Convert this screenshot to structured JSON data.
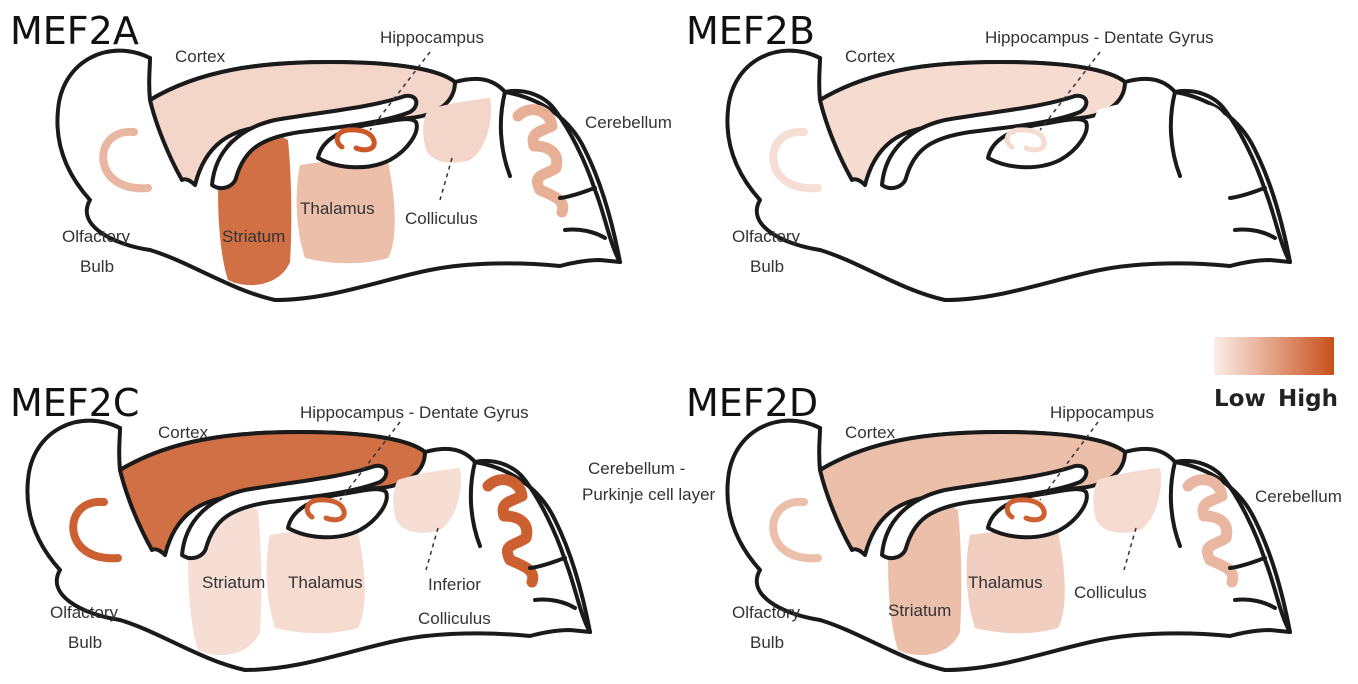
{
  "legend": {
    "low_label": "Low",
    "high_label": "High",
    "low_color": "#fbeee8",
    "high_color": "#c8501c"
  },
  "panels": [
    {
      "title": "MEF2A",
      "levels": {
        "cortex": 0.15,
        "striatum": 0.8,
        "thalamus": 0.3,
        "colliculus": 0.15,
        "hippocampus": 0.95,
        "cerebellum": 0.4,
        "olfactory": 0.35
      },
      "labels": {
        "cortex": "Cortex",
        "hippocampus": "Hippocampus",
        "cerebellum": "Cerebellum",
        "striatum": "Striatum",
        "thalamus": "Thalamus",
        "colliculus": "Colliculus",
        "olfactory_1": "Olfactory",
        "olfactory_2": "Bulb"
      }
    },
    {
      "title": "MEF2B",
      "levels": {
        "cortex": 0.12,
        "striatum": 0,
        "thalamus": 0,
        "colliculus": 0,
        "hippocampus": 0.12,
        "cerebellum": 0,
        "olfactory": 0.1
      },
      "labels": {
        "cortex": "Cortex",
        "hippocampus": "Hippocampus - Dentate Gyrus",
        "olfactory_1": "Olfactory",
        "olfactory_2": "Bulb"
      }
    },
    {
      "title": "MEF2C",
      "levels": {
        "cortex": 0.8,
        "striatum": 0.1,
        "thalamus": 0.12,
        "colliculus": 0.1,
        "hippocampus": 0.9,
        "cerebellum": 0.9,
        "olfactory": 0.9
      },
      "labels": {
        "cortex": "Cortex",
        "hippocampus": "Hippocampus - Dentate Gyrus",
        "cerebellum_1": "Cerebellum -",
        "cerebellum_2": "Purkinje cell layer",
        "striatum": "Striatum",
        "thalamus": "Thalamus",
        "colliculus_1": "Inferior",
        "colliculus_2": "Colliculus",
        "olfactory_1": "Olfactory",
        "olfactory_2": "Bulb"
      }
    },
    {
      "title": "MEF2D",
      "levels": {
        "cortex": 0.3,
        "striatum": 0.3,
        "thalamus": 0.2,
        "colliculus": 0.12,
        "hippocampus": 0.9,
        "cerebellum": 0.35,
        "olfactory": 0.3
      },
      "labels": {
        "cortex": "Cortex",
        "hippocampus": "Hippocampus",
        "cerebellum": "Cerebellum",
        "striatum": "Striatum",
        "thalamus": "Thalamus",
        "colliculus": "Colliculus",
        "olfactory_1": "Olfactory",
        "olfactory_2": "Bulb"
      }
    }
  ]
}
